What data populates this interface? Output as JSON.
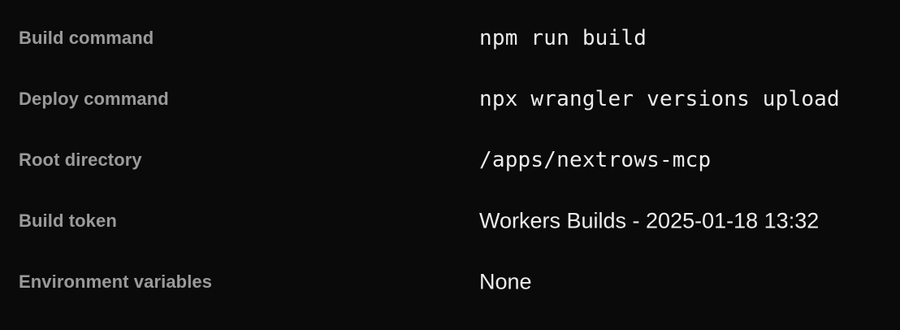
{
  "build_settings": {
    "rows": [
      {
        "label": "Build command",
        "value": "npm run build"
      },
      {
        "label": "Deploy command",
        "value": "npx wrangler versions upload"
      },
      {
        "label": "Root directory",
        "value": "/apps/nextrows-mcp"
      },
      {
        "label": "Build token",
        "value": "Workers Builds - 2025-01-18 13:32"
      },
      {
        "label": "Environment variables",
        "value": "None"
      }
    ]
  }
}
